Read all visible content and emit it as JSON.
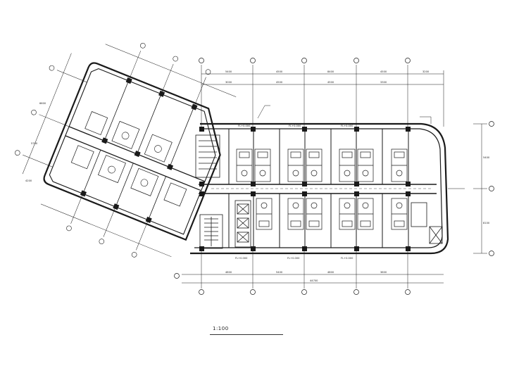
{
  "drawing": {
    "title": "",
    "scale": "1:100",
    "line_color": "#1a1a1a",
    "background": "#ffffff",
    "dimensions": {
      "top_row_1": [
        "5400",
        "4500",
        "8400",
        "4500",
        "3200"
      ],
      "top_row_2": [
        "3000",
        "4500",
        "4500",
        "3300"
      ],
      "bottom_row_1": [
        "4800",
        "5400",
        "4800",
        "3600"
      ],
      "bottom_total": [
        "44700"
      ],
      "right_side": [
        "5400",
        "8100"
      ],
      "left_wing": [
        "6600",
        "5700",
        "4200"
      ]
    },
    "annotations": [
      "FL+0.000",
      "FL+0.000",
      "FL+0.000",
      "FL+0.000",
      "FL+0.000",
      "FL+0.000"
    ]
  }
}
